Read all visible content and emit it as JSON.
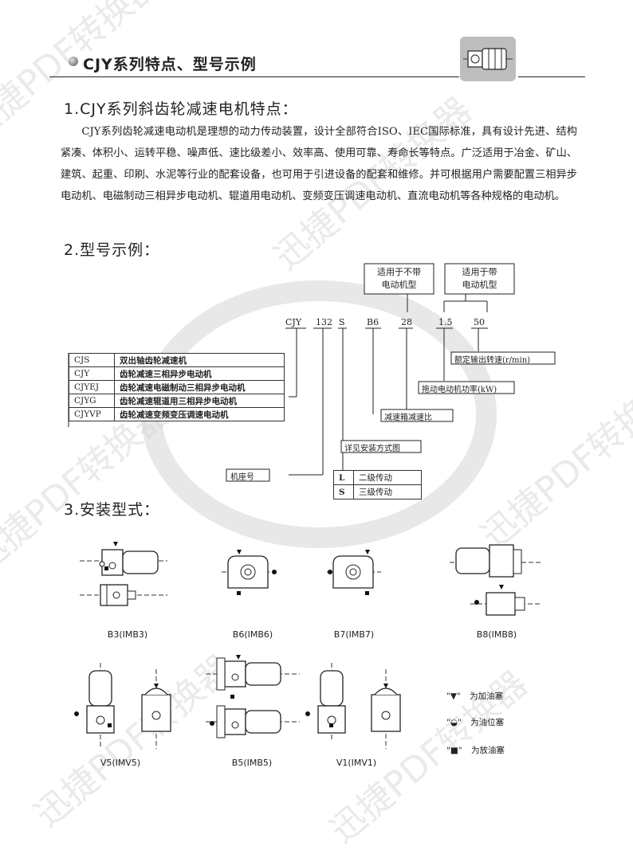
{
  "header": {
    "title": "CJY系列特点、型号示例"
  },
  "watermarks": [
    "迅捷PDF转换器"
  ],
  "section1": {
    "title": "1.CJY系列斜齿轮减速电机特点：",
    "paragraph": "CJY系列齿轮减速电动机是理想的动力传动装置，设计全部符合ISO、IEC国际标准，具有设计先进、结构紧凑、体积小、运转平稳、噪声低、速比级差小、效率高、使用可靠、寿命长等特点。广泛适用于冶金、矿山、建筑、起重、印刷、水泥等行业的配套设备，也可用于引进设备的配套和维修。并可根据用户需要配置三相异步电动机、电磁制动三相异步电动机、辊道用电动机、变频变压调速电动机、直流电动机等各种规格的电动机。"
  },
  "section2": {
    "title": "2.型号示例：",
    "top_boxes": [
      "适用于不带电动机型",
      "适用于带电动机型"
    ],
    "top_box_lines": [
      [
        "适用于不带",
        "电动机型"
      ],
      [
        "适用于带",
        "电动机型"
      ]
    ],
    "code_parts": [
      "CJY",
      "132",
      "S",
      "B6",
      "28",
      "1.5",
      "50"
    ],
    "series_table": [
      {
        "code": "CJS",
        "desc": "双出轴齿轮减速机"
      },
      {
        "code": "CJY",
        "desc": "齿轮减速三相异步电动机"
      },
      {
        "code": "CJYEJ",
        "desc": "齿轮减速电磁制动三相异步电动机"
      },
      {
        "code": "CJYG",
        "desc": "齿轮减速辊道用三相异步电动机"
      },
      {
        "code": "CJYVP",
        "desc": "齿轮减速变频变压调速电动机"
      }
    ],
    "labels": {
      "output_speed": "额定输出转速(r/min)",
      "motor_power": "拖动电动机功率(kW)",
      "ratio": "减速箱减速比",
      "mounting": "详见安装方式图",
      "frame": "机座号"
    },
    "stage_table": [
      {
        "code": "L",
        "desc": "二级传动"
      },
      {
        "code": "S",
        "desc": "三级传动"
      }
    ]
  },
  "section3": {
    "title": "3.安装型式：",
    "captions": {
      "b3": "B3(IMB3)",
      "b6": "B6(IMB6)",
      "b7": "B7(IMB7)",
      "b8": "B8(IMB8)",
      "v5": "V5(IMV5)",
      "b5": "B5(IMB5)",
      "v1": "V1(IMV1)"
    },
    "legend": [
      {
        "symbol": "\"▼\"",
        "text": "为加油塞"
      },
      {
        "symbol": "\"◒\"",
        "text": "为油位塞"
      },
      {
        "symbol": "\"■\"",
        "text": "为放油塞"
      }
    ]
  },
  "colors": {
    "line": "#222222",
    "watermark": "#cccccc",
    "motor_fill": "#ffffff"
  }
}
